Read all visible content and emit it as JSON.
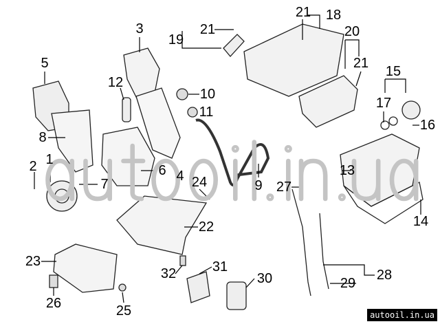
{
  "diagram": {
    "callouts": [
      "1",
      "2",
      "3",
      "4",
      "5",
      "6",
      "7",
      "8",
      "9",
      "10",
      "11",
      "12",
      "13",
      "14",
      "15",
      "16",
      "17",
      "18",
      "19",
      "20",
      "21",
      "21",
      "21",
      "22",
      "23",
      "24",
      "25",
      "26",
      "27",
      "28",
      "29",
      "30",
      "31",
      "32"
    ],
    "watermark": "autooil.in.ua",
    "badge": "autooil.in.ua"
  }
}
